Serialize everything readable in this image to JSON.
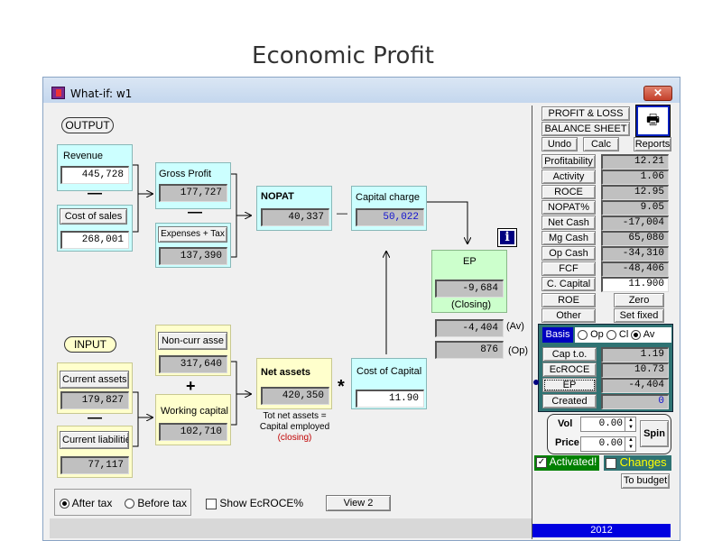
{
  "page_title": "Economic Profit",
  "window": {
    "title": "What-if: w1",
    "close": "✕"
  },
  "output_label": "OUTPUT",
  "input_label": "INPUT",
  "revenue": {
    "label": "Revenue",
    "value": "445,728"
  },
  "cost_of_sales": {
    "label": "Cost of sales",
    "value": "268,001"
  },
  "gross_profit": {
    "label": "Gross Profit",
    "value": "177,727"
  },
  "expenses_tax": {
    "label": "Expenses + Tax",
    "value": "137,390"
  },
  "nopat": {
    "label": "NOPAT",
    "value": "40,337"
  },
  "capital_charge": {
    "label": "Capital charge",
    "value": "50,022"
  },
  "ep": {
    "label": "EP",
    "value": "-9,684",
    "sub": "(Closing)"
  },
  "ep_av": {
    "value": "-4,404",
    "label": "(Av)"
  },
  "ep_op": {
    "value": "876",
    "label": "(Op)"
  },
  "non_curr_assets": {
    "label": "Non-curr asse",
    "value": "317,640"
  },
  "working_capital": {
    "label": "Working capital",
    "value": "102,710"
  },
  "current_assets": {
    "label": "Current assets",
    "value": "179,827"
  },
  "current_liabilities": {
    "label": "Current liabilitie",
    "value": "77,117"
  },
  "net_assets": {
    "label": "Net assets",
    "value": "420,350",
    "note1": "Tot net assets =",
    "note2": "Capital employed",
    "note3": "(closing)"
  },
  "cost_of_capital": {
    "label": "Cost of Capital",
    "value": "11.90"
  },
  "operators": {
    "minus": "—",
    "plus": "+",
    "times": "*",
    "dash": "—",
    "gt": ">"
  },
  "info_icon_glyph": "i",
  "footer": {
    "after_tax": "After tax",
    "before_tax": "Before tax",
    "show_ecroce": "Show EcROCE%",
    "view2": "View 2"
  },
  "right": {
    "profit_loss": "PROFIT & LOSS",
    "balance_sheet": "BALANCE SHEET",
    "undo": "Undo",
    "calc": "Calc",
    "reports": "Reports",
    "print_glyph": "🖶",
    "metrics": [
      {
        "label": "Profitability",
        "value": "12.21"
      },
      {
        "label": "Activity",
        "value": "1.06"
      },
      {
        "label": "ROCE",
        "value": "12.95"
      },
      {
        "label": "NOPAT%",
        "value": "9.05"
      },
      {
        "label": "Net Cash",
        "value": "-17,004"
      },
      {
        "label": "Mg Cash",
        "value": "65,080"
      },
      {
        "label": "Op Cash",
        "value": "-34,310"
      },
      {
        "label": "FCF",
        "value": "-48,406"
      },
      {
        "label": "C. Capital",
        "value": "11.900"
      }
    ],
    "roe": "ROE",
    "zero": "Zero",
    "other": "Other",
    "set_fixed": "Set fixed",
    "basis": "Basis",
    "op": "Op",
    "cl": "Cl",
    "av": "Av",
    "basis_rows": [
      {
        "label": "Cap t.o.",
        "value": "1.19"
      },
      {
        "label": "EcROCE",
        "value": "10.73"
      },
      {
        "label": "EP",
        "value": "-4,404"
      },
      {
        "label": "Created",
        "value": "0"
      }
    ],
    "vol_label": "Vol",
    "vol_value": "0.00",
    "price_label": "Price",
    "price_value": "0.00",
    "spin": "Spin",
    "activated": "Activated!",
    "changes": "Changes",
    "to_budget": "To budget",
    "year": "2012"
  },
  "colors": {
    "cyan_box": "#ccffff",
    "yellow_box": "#ffffcc",
    "green_box": "#ccffcc",
    "basis_panel": "#2f7373",
    "activated_bg": "#008000",
    "year_bar": "#0000e0"
  }
}
